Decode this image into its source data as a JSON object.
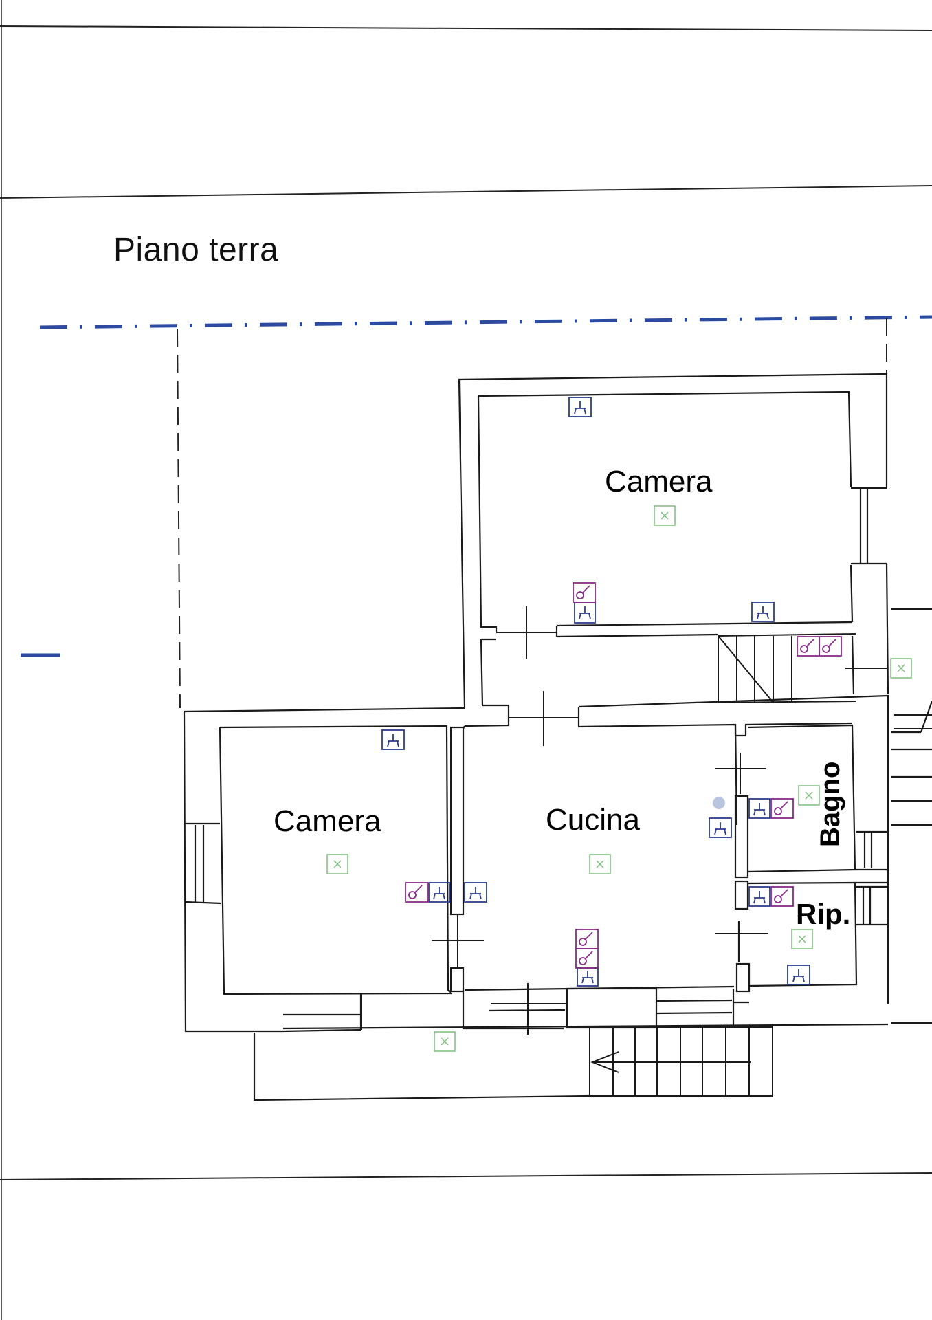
{
  "title": "Piano terra",
  "rooms": {
    "camera_top": "Camera",
    "camera_left": "Camera",
    "cucina": "Cucina",
    "bagno": "Bagno",
    "ripostiglio": "Rip."
  },
  "colors": {
    "wall": "#1a1a1a",
    "property_line": "#2b4aa0",
    "ceiling_light": "#7dbf7d",
    "socket_symbol": "#2c3d8f",
    "switch_symbol": "#8a2a8a"
  },
  "symbols": {
    "ceiling_light": "ceiling-light-icon",
    "socket": "socket-icon",
    "switch": "light-switch-icon"
  }
}
